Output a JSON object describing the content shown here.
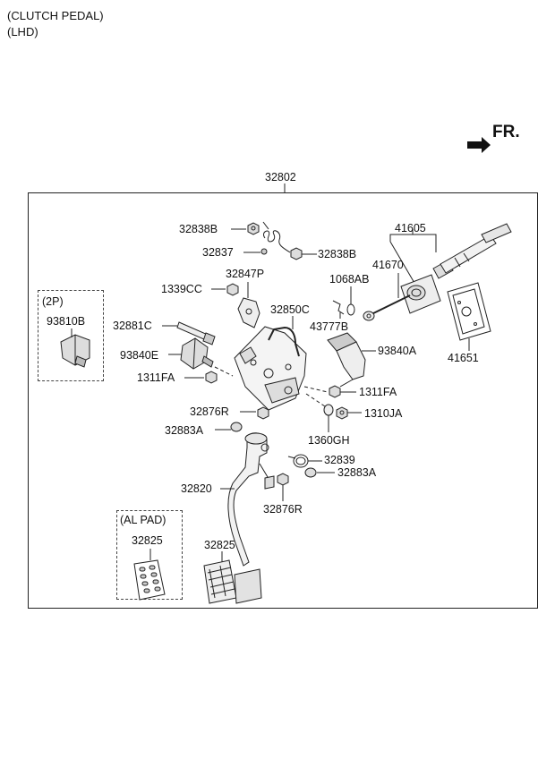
{
  "header": {
    "line1": "(CLUTCH PEDAL)",
    "line2": "(LHD)"
  },
  "direction": "FR.",
  "assembly": "32802",
  "callouts": {
    "c32838B_1": "32838B",
    "c32837": "32837",
    "c32838B_2": "32838B",
    "c41605": "41605",
    "c41670": "41670",
    "c32847P": "32847P",
    "c1339CC": "1339CC",
    "c1068AB": "1068AB",
    "c2P": "(2P)",
    "c93810B": "93810B",
    "c32881C": "32881C",
    "c32850C": "32850C",
    "c43777B": "43777B",
    "c93840E": "93840E",
    "c93840A": "93840A",
    "c41651": "41651",
    "c1311FA_1": "1311FA",
    "c1311FA_2": "1311FA",
    "c32876R_1": "32876R",
    "c1310JA": "1310JA",
    "c32883A_1": "32883A",
    "c1360GH": "1360GH",
    "c32839": "32839",
    "c32883A_2": "32883A",
    "c32820": "32820",
    "c32876R_2": "32876R",
    "cALPAD": "(AL PAD)",
    "c32825_1": "32825",
    "c32825_2": "32825"
  }
}
